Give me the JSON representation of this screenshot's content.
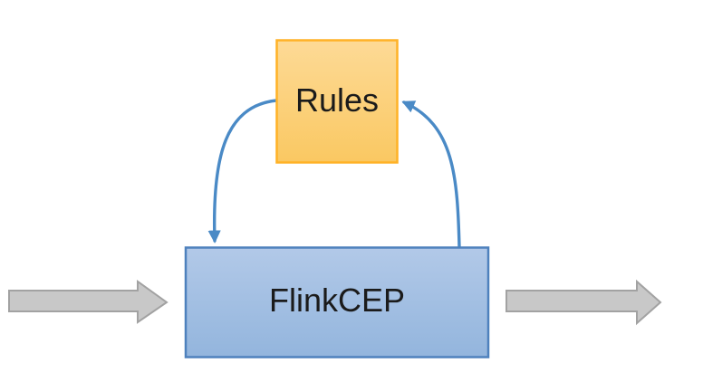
{
  "diagram": {
    "nodes": [
      {
        "id": "rules",
        "label": "Rules"
      },
      {
        "id": "flinkcep",
        "label": "FlinkCEP"
      }
    ],
    "connectors": [
      {
        "from": "rules",
        "to": "flinkcep",
        "style": "curved-arrow"
      },
      {
        "from": "flinkcep",
        "to": "rules",
        "style": "curved-arrow"
      }
    ],
    "flows": [
      {
        "id": "input",
        "shape": "block-arrow-right"
      },
      {
        "id": "output",
        "shape": "block-arrow-right"
      }
    ]
  },
  "colors": {
    "background": "#ffffff",
    "rules_fill_top": "#fdda96",
    "rules_fill_bottom": "#fac862",
    "rules_border": "#ffb226",
    "flink_fill_top": "#b2c9e8",
    "flink_fill_bottom": "#93b5dd",
    "flink_border": "#4e81bd",
    "connector": "#4a8ac6",
    "flow_fill": "#c8c8c8",
    "flow_border": "#a2a2a2",
    "text": "#1b1b1b"
  }
}
